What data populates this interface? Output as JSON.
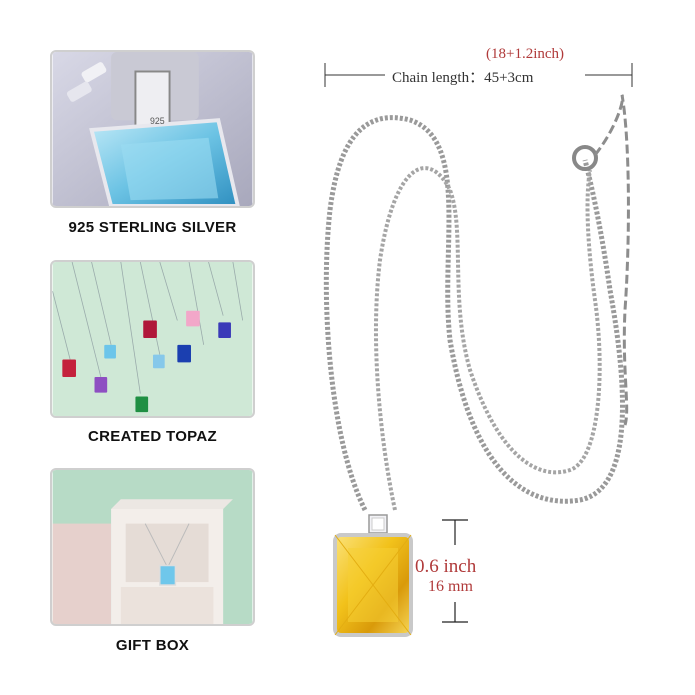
{
  "thumbnails": [
    {
      "caption": "925 STERLING SILVER",
      "stamp": "925",
      "icon": "sterling-silver-closeup"
    },
    {
      "caption": "CREATED TOPAZ",
      "icon": "birthstone-pendants"
    },
    {
      "caption": "GIFT BOX",
      "icon": "gift-box-photo"
    }
  ],
  "chain": {
    "length_inch": "(18+1.2inch)",
    "length_label": "Chain length：45+3cm"
  },
  "pendant": {
    "height_inch": "0.6 inch",
    "height_mm": "16 mm"
  },
  "colors": {
    "accent_red": "#b03a3a",
    "frame_gray": "#cfcfcf",
    "gem_yellow": "#f2c21b",
    "gem_blue": "#79c6e6",
    "background_green": "#cfe8d6"
  }
}
